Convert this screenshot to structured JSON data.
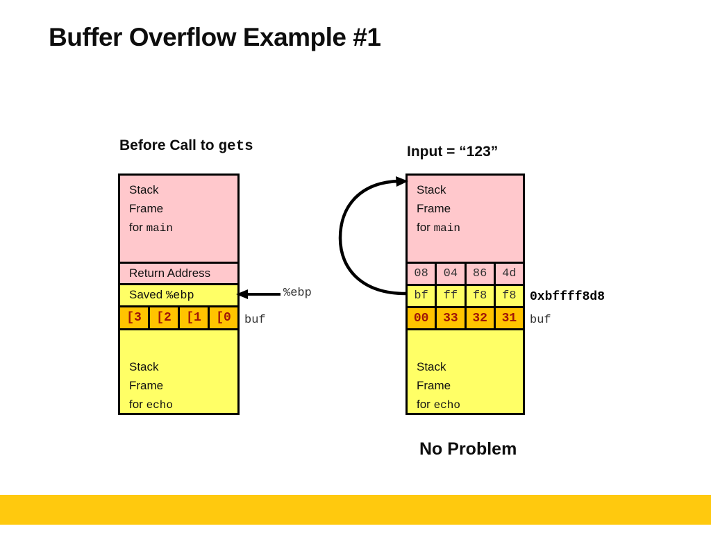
{
  "slide": {
    "title": "Buffer Overflow Example #1",
    "footer_color": "#ffc90e"
  },
  "colors": {
    "pink": "#ffc8cc",
    "yellow": "#ffff66",
    "gold": "#ffc400",
    "byte_text": "#333333",
    "gold_byte_text": "#a01508",
    "border": "#000000"
  },
  "left_diagram": {
    "heading_prefix": "Before Call to ",
    "heading_code": "gets",
    "main_frame": {
      "line1": "Stack",
      "line2": "Frame",
      "line3_prefix": "for ",
      "line3_code": "main"
    },
    "return_address_label": "Return Address",
    "saved_ebp_prefix": "Saved ",
    "saved_ebp_code": "%ebp",
    "buf_cells": [
      "[3",
      "[2",
      "[1",
      "[0"
    ],
    "buf_label": "buf",
    "echo_frame": {
      "line1": "Stack",
      "line2": "Frame",
      "line3_prefix": "for ",
      "line3_code": "echo"
    },
    "ebp_pointer_label": "%ebp"
  },
  "right_diagram": {
    "heading": "Input = “123”",
    "main_frame": {
      "line1": "Stack",
      "line2": "Frame",
      "line3_prefix": "for ",
      "line3_code": "main"
    },
    "return_address_bytes": [
      "08",
      "04",
      "86",
      "4d"
    ],
    "saved_ebp_bytes": [
      "bf",
      "ff",
      "f8",
      "f8"
    ],
    "saved_ebp_address": "0xbffff8d8",
    "buf_bytes": [
      "00",
      "33",
      "32",
      "31"
    ],
    "buf_label": "buf",
    "echo_frame": {
      "line1": "Stack",
      "line2": "Frame",
      "line3_prefix": "for ",
      "line3_code": "echo"
    },
    "caption": "No Problem"
  }
}
